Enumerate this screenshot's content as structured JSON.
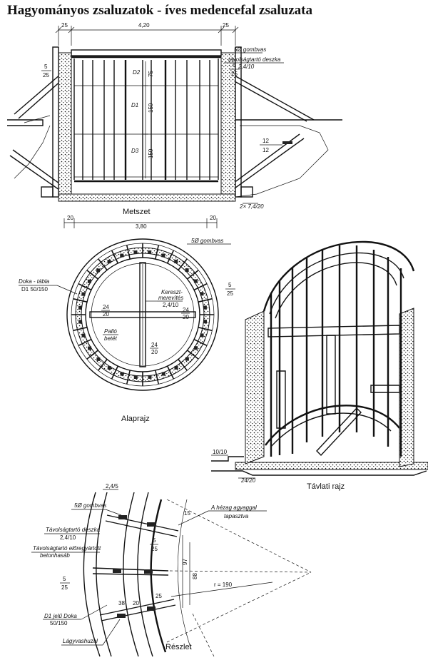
{
  "title": "Hagyományos zsaluzatok - íves medencefal zsaluzata",
  "metszet": {
    "caption": "Metszet",
    "dim_left": "25",
    "dim_mid": "4,20",
    "dim_right": "25",
    "label_gombvas": "5Ø gombvas",
    "label_tavolsag": "távolságtartó deszka",
    "label_tavolsag_dim": "2,4/10",
    "wall_left_num": "5",
    "wall_left_den": "25",
    "wall_right_num": "5",
    "wall_right_den": "25",
    "d2": "D2",
    "d1": "D1",
    "d3": "D3",
    "h75": "75",
    "h150a": "150",
    "h150b": "150",
    "post_num": "12",
    "post_den": "12",
    "bottom_label": "2× 7,4/20"
  },
  "alaprajz": {
    "caption": "Alaprajz",
    "dim_left": "20",
    "dim_mid": "3,80",
    "dim_right": "20",
    "label_gombvas": "5Ø gombvas",
    "label_doka": "Doka - tábla",
    "label_doka_dim": "D1 50/150",
    "label_kereszt": "Kereszt-",
    "label_merevites": "merevítés",
    "label_kereszt_dim": "2,4/10",
    "label_pallo": "Palló",
    "label_beret": "betét",
    "ring_num": "5",
    "ring_den": "25",
    "a_num": "24",
    "a_den": "20",
    "b_num": "24",
    "b_den": "20",
    "c_num": "24",
    "c_den": "20"
  },
  "tavlati": {
    "caption": "Távlati rajz",
    "dim_top": "10/10",
    "dim_bottom": "24/20"
  },
  "reszlet": {
    "caption": "Részlet",
    "top_dim": "2,4/5",
    "label_gombvas": "5Ø gombvas",
    "label_hezag": "A hézag agyaggal",
    "label_tapasztva": "tapasztva",
    "label_tav_deszka": "Távolságtartó deszka",
    "label_tav_deszka_dim": "2,4/10",
    "label_elo": "Távolságtartó előregyártott",
    "label_beton": "betonhasáb",
    "ring_num": "5",
    "ring_den": "25",
    "label_doka": "D1 jelű Doka",
    "label_doka_dim": "50/150",
    "label_lagyvas": "Lágyvashuzal",
    "d15": "15",
    "d5": "5",
    "d25": "25",
    "d20": "20",
    "d38": "38",
    "d25b": "25",
    "d97": "97",
    "d88": "88",
    "radius": "r = 190"
  }
}
